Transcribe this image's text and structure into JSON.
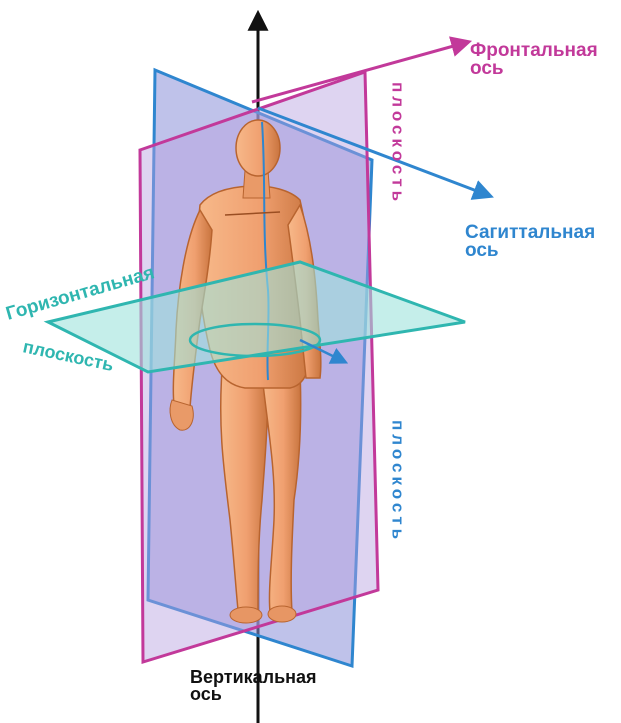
{
  "diagram": {
    "labels": {
      "frontal_axis_line1": "Фронтальная",
      "frontal_axis_line2": "ось",
      "sagittal_axis_line1": "Сагиттальная",
      "sagittal_axis_line2": "ось",
      "vertical_axis_line1": "Вертикальная",
      "vertical_axis_line2": "ось",
      "horizontal_plane_line1": "Горизонтальная",
      "horizontal_plane_line2": "плоскость",
      "frontal_plane_vertical": "плоскость",
      "sagittal_plane_vertical": "плоскость"
    },
    "colors": {
      "frontal": "#c2399a",
      "sagittal": "#2f86cf",
      "horizontal": "#2fb6b0",
      "vertical_axis": "#111111",
      "skin": "#f0a070",
      "skin_shadow": "#c46a3a",
      "plane_fill": "#8a8fd8",
      "horizontal_fill": "#9fe3dc"
    }
  }
}
